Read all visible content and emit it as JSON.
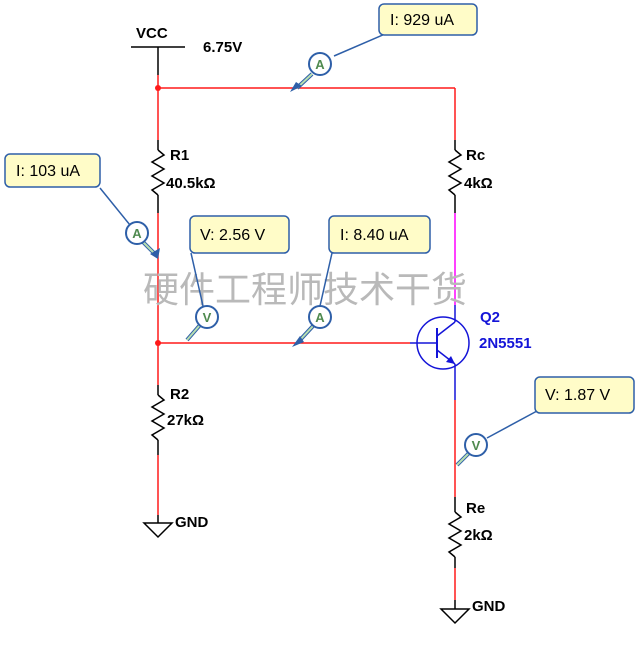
{
  "title": "BJT voltage-divider bias circuit simulation",
  "watermark": "硬件工程师技术干货",
  "supply": {
    "label": "VCC",
    "value": "6.75V"
  },
  "components": {
    "r1": {
      "ref": "R1",
      "value": "40.5kΩ"
    },
    "r2": {
      "ref": "R2",
      "value": "27kΩ"
    },
    "rc": {
      "ref": "Rc",
      "value": "4kΩ"
    },
    "re": {
      "ref": "Re",
      "value": "2kΩ"
    },
    "q2": {
      "ref": "Q2",
      "model": "2N5551"
    }
  },
  "grounds": [
    {
      "label": "GND"
    },
    {
      "label": "GND"
    }
  ],
  "probes": [
    {
      "id": "probe-collector-current",
      "type": "A",
      "reading": "I: 929 uA"
    },
    {
      "id": "probe-r1-current",
      "type": "A",
      "reading": "I: 103 uA"
    },
    {
      "id": "probe-base-voltage",
      "type": "V",
      "reading": "V: 2.56 V"
    },
    {
      "id": "probe-base-current",
      "type": "A",
      "reading": "I: 8.40 uA"
    },
    {
      "id": "probe-emitter-voltage",
      "type": "V",
      "reading": "V: 1.87 V"
    }
  ],
  "colors": {
    "wire_active": "#ff1a1a",
    "wire_magenta": "#ff00ff",
    "transistor": "#1414d8",
    "probe_outline": "#2e5fa8",
    "probe_fill": "#fffcc8",
    "watermark": "#b9b9b9"
  }
}
